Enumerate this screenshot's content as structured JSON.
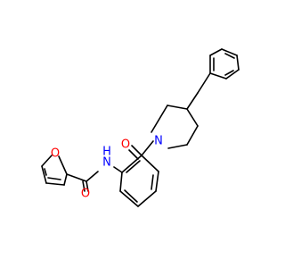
{
  "diagram": {
    "type": "chemical-structure",
    "colors": {
      "bond": "#000000",
      "oxygen": "#ff0000",
      "nitrogen": "#0000ff",
      "background": "#ffffff"
    },
    "atom_labels": {
      "o_furan": "O",
      "o_furan_carbonyl": "O",
      "nh": "N",
      "nh_h": "H",
      "o_amide_carbonyl": "O",
      "n_piperidine": "N"
    }
  }
}
